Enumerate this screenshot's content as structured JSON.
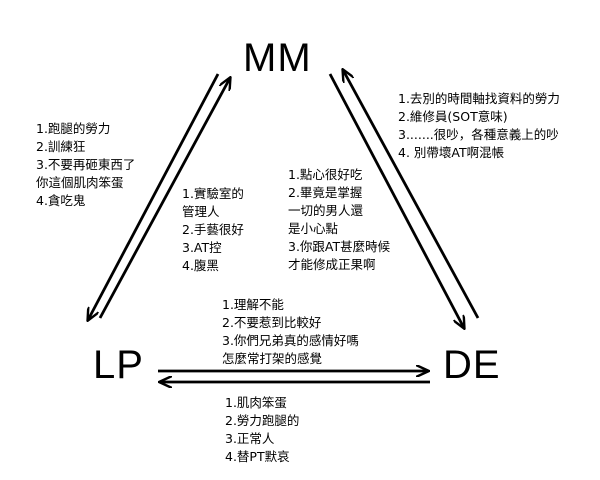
{
  "nodes": {
    "mm": "MM",
    "lp": "LP",
    "de": "DE"
  },
  "notes": {
    "lp_to_mm": [
      "1.跑腿的勞力",
      "2.訓練狂",
      "3.不要再砸東西了",
      "你這個肌肉笨蛋",
      "4.貪吃鬼"
    ],
    "mm_to_lp": [
      "1.實驗室的",
      "管理人",
      "2.手藝很好",
      "3.AT控",
      "4.腹黑"
    ],
    "de_to_mm": [
      "1.去別的時間軸找資料的勞力",
      "2.維修員(SOT意味)",
      "3.......很吵，各種意義上的吵",
      "4. 別帶壞AT啊混帳"
    ],
    "mm_to_de": [
      "1.點心很好吃",
      "2.畢竟是掌握",
      "一切的男人還",
      "是小心點",
      "3.你跟AT甚麼時候",
      "才能修成正果啊"
    ],
    "lp_to_de": [
      "1.理解不能",
      "2.不要惹到比較好",
      "3.你們兄弟真的感情好嗎",
      "怎麼常打架的感覺"
    ],
    "de_to_lp": [
      "1.肌肉笨蛋",
      "2.勞力跑腿的",
      "3.正常人",
      "4.替PT默哀"
    ]
  },
  "colors": {
    "ink": "#000000",
    "background": "#ffffff"
  }
}
